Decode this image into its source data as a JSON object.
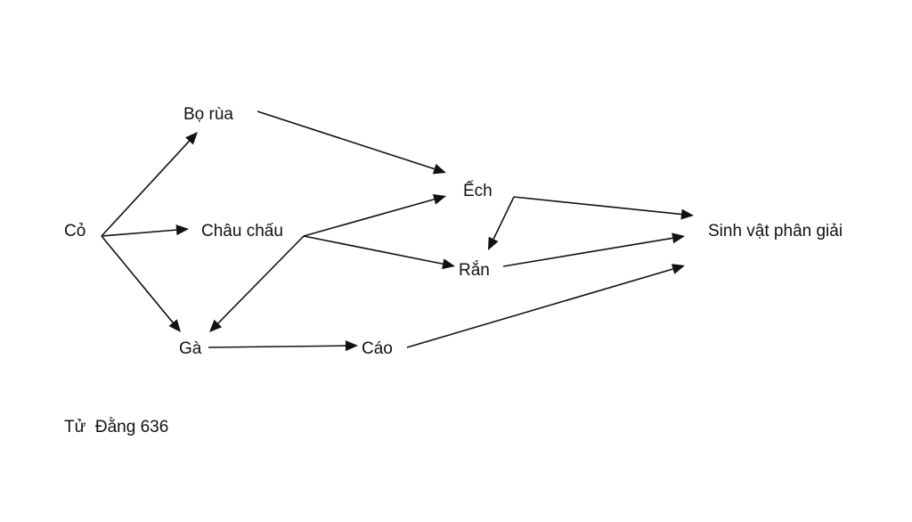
{
  "nodes": {
    "co": "Cỏ",
    "bo_rua": "Bọ rùa",
    "chau_chau": "Châu chấu",
    "ga": "Gà",
    "cao": "Cáo",
    "ech": "Ếch",
    "ran": "Rắn",
    "svpg": "Sinh vật phân giải"
  },
  "edges": [
    {
      "from": "Cỏ",
      "to": "Bọ rùa"
    },
    {
      "from": "Cỏ",
      "to": "Châu chấu"
    },
    {
      "from": "Cỏ",
      "to": "Gà"
    },
    {
      "from": "Bọ rùa",
      "to": "Ếch"
    },
    {
      "from": "Châu chấu",
      "to": "Ếch"
    },
    {
      "from": "Châu chấu",
      "to": "Rắn"
    },
    {
      "from": "Châu chấu",
      "to": "Gà"
    },
    {
      "from": "Gà",
      "to": "Cáo"
    },
    {
      "from": "Ếch",
      "to": "Rắn"
    },
    {
      "from": "Ếch",
      "to": "Sinh vật phân giải"
    },
    {
      "from": "Rắn",
      "to": "Sinh vật phân giải"
    },
    {
      "from": "Cáo",
      "to": "Sinh vật phân giải"
    }
  ],
  "caption": "Tử  Đằng 636"
}
